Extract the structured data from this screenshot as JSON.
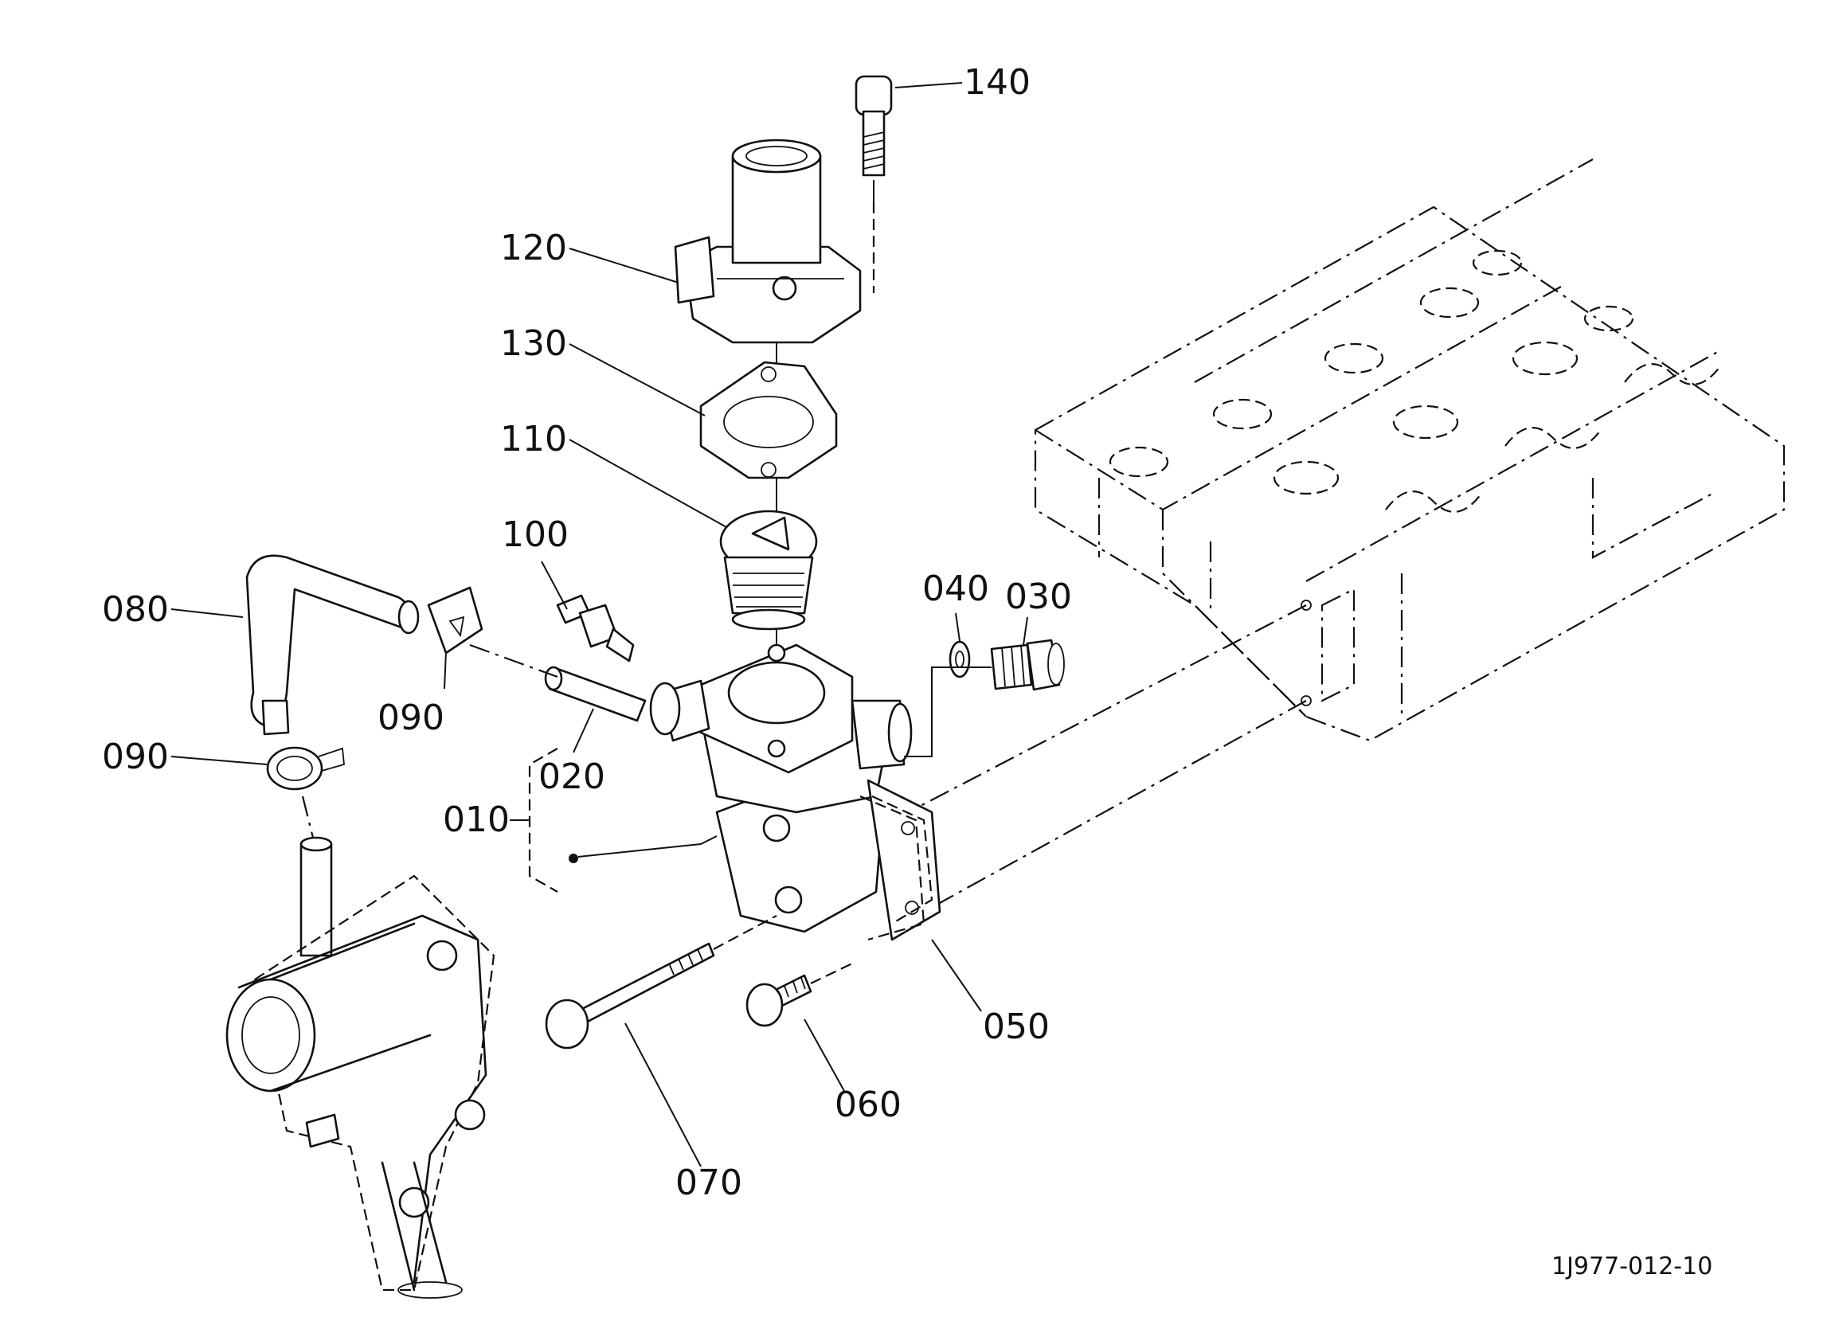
{
  "diagram": {
    "drawing_code": "1J977-012-10",
    "callouts": {
      "c140": "140",
      "c120": "120",
      "c130": "130",
      "c110": "110",
      "c100": "100",
      "c080": "080",
      "c090a": "090",
      "c090b": "090",
      "c040": "040",
      "c030": "030",
      "c020": "020",
      "c010": "010",
      "c050": "050",
      "c060": "060",
      "c070": "070"
    }
  }
}
